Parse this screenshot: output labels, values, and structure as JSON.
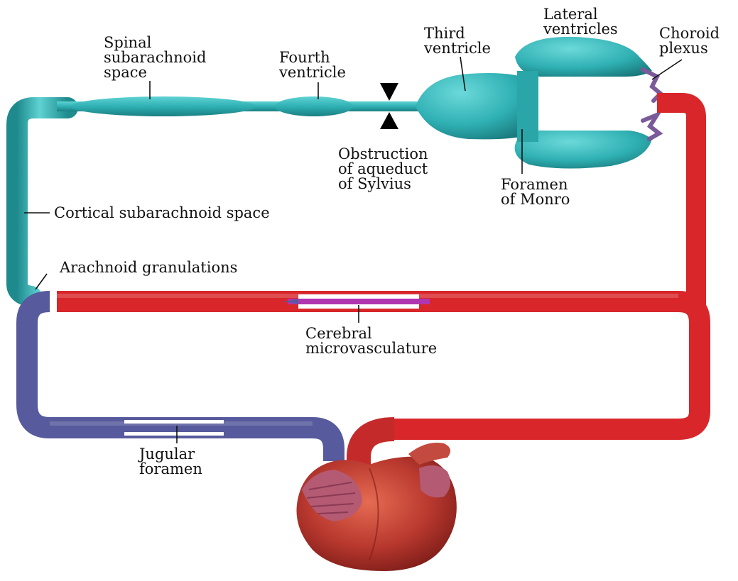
{
  "labels": {
    "spinal_1": "Spinal",
    "spinal_2": "subarachnoid",
    "spinal_3": "space",
    "fourth_1": "Fourth",
    "fourth_2": "ventricle",
    "third_1": "Third",
    "third_2": "ventricle",
    "lateral_1": "Lateral",
    "lateral_2": "ventricles",
    "choroid_1": "Choroid",
    "choroid_2": "plexus",
    "obstruction_1": "Obstruction",
    "obstruction_2": "of aqueduct",
    "obstruction_3": "of Sylvius",
    "monro_1": "Foramen",
    "monro_2": "of Monro",
    "cortical": "Cortical subarachnoid space",
    "arachnoid": "Arachnoid granulations",
    "cerebral_1": "Cerebral",
    "cerebral_2": "microvasculature",
    "jugular_1": "Jugular",
    "jugular_2": "foramen"
  },
  "colors": {
    "csf": "#2fb0b3",
    "venous": "#575a9c",
    "arterial": "#d8262a",
    "heart": "#b8382e",
    "heart_valve": "#b45a72",
    "choroid": "#7a5a99"
  }
}
